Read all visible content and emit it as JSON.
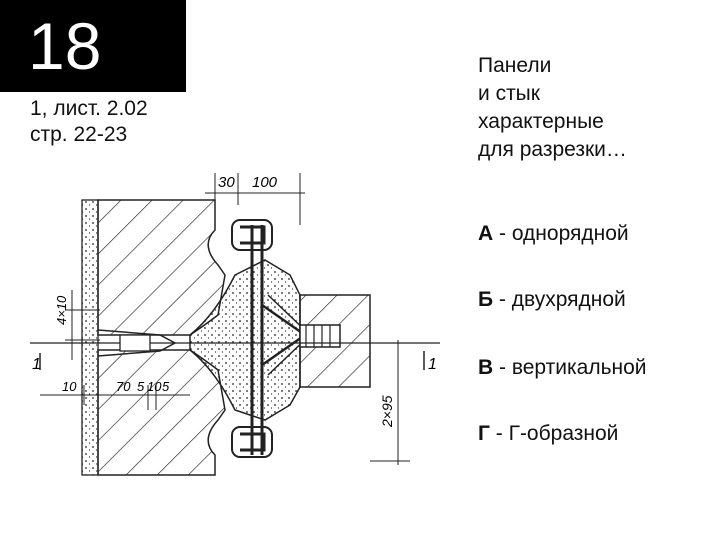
{
  "slide": {
    "number": "18"
  },
  "reference": {
    "line1": "1, лист. 2.02",
    "line2": "стр. 22-23"
  },
  "description": {
    "lines": [
      "Панели",
      "и стык",
      "характерные",
      "для разрезки…"
    ]
  },
  "options": [
    {
      "letter": "А",
      "text": " - однорядной"
    },
    {
      "letter": "Б",
      "text": " - двухрядной"
    },
    {
      "letter": "В",
      "text": " - вертикальной"
    },
    {
      "letter": "Г",
      "text": " - Г-образной"
    }
  ],
  "drawing": {
    "dim_top_a": "30",
    "dim_top_b": "100",
    "dim_left_vertical": "4×10",
    "dim_left_bottom": "10",
    "dim_bottom_a": "70",
    "dim_bottom_b": "5",
    "dim_bottom_c": "10",
    "dim_bottom_d": "5",
    "dim_right_vertical": "2×95",
    "section_mark": "1"
  }
}
